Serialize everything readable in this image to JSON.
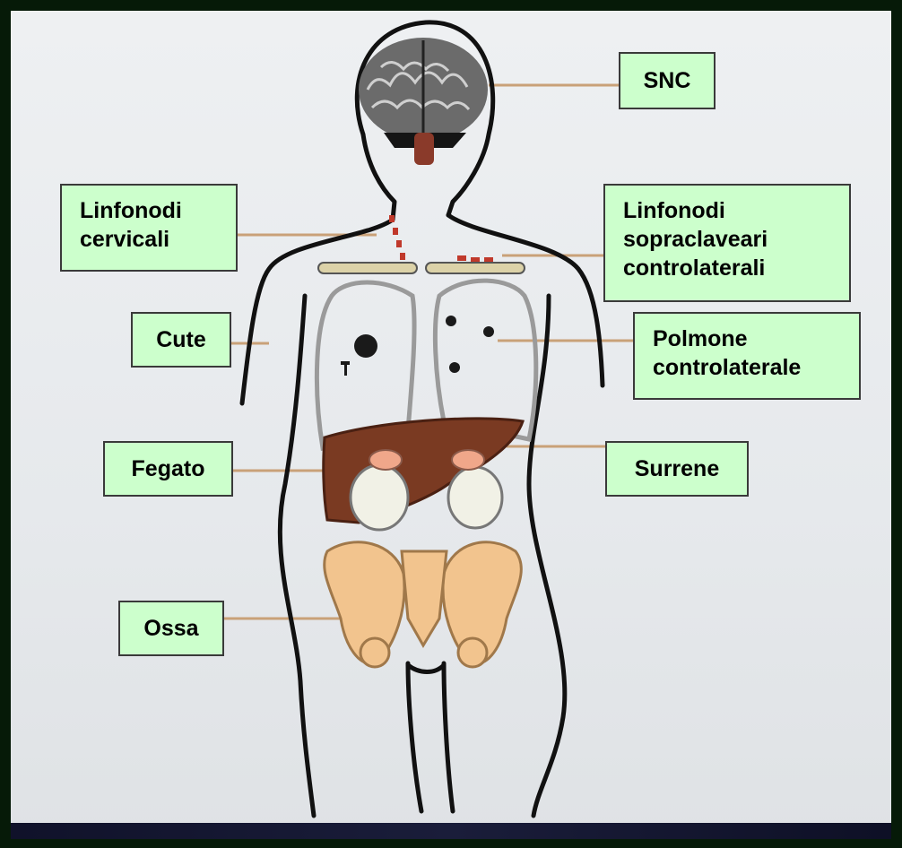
{
  "labels": {
    "snc": "SNC",
    "linfonodi_cervicali": [
      "Linfonodi",
      "cervicali"
    ],
    "linfonodi_sopraclaveari": [
      "Linfonodi",
      "sopraclaveari",
      "controlaterali"
    ],
    "cute": "Cute",
    "polmone": [
      "Polmone",
      "controlaterale"
    ],
    "fegato": "Fegato",
    "surrene": "Surrene",
    "ossa": "Ossa"
  },
  "colors": {
    "label_fill": "#ccffcc",
    "liver": "#7a3a22",
    "bone": "#f2c48e",
    "node": "#c0392b",
    "leader_line": "#c9a178"
  }
}
